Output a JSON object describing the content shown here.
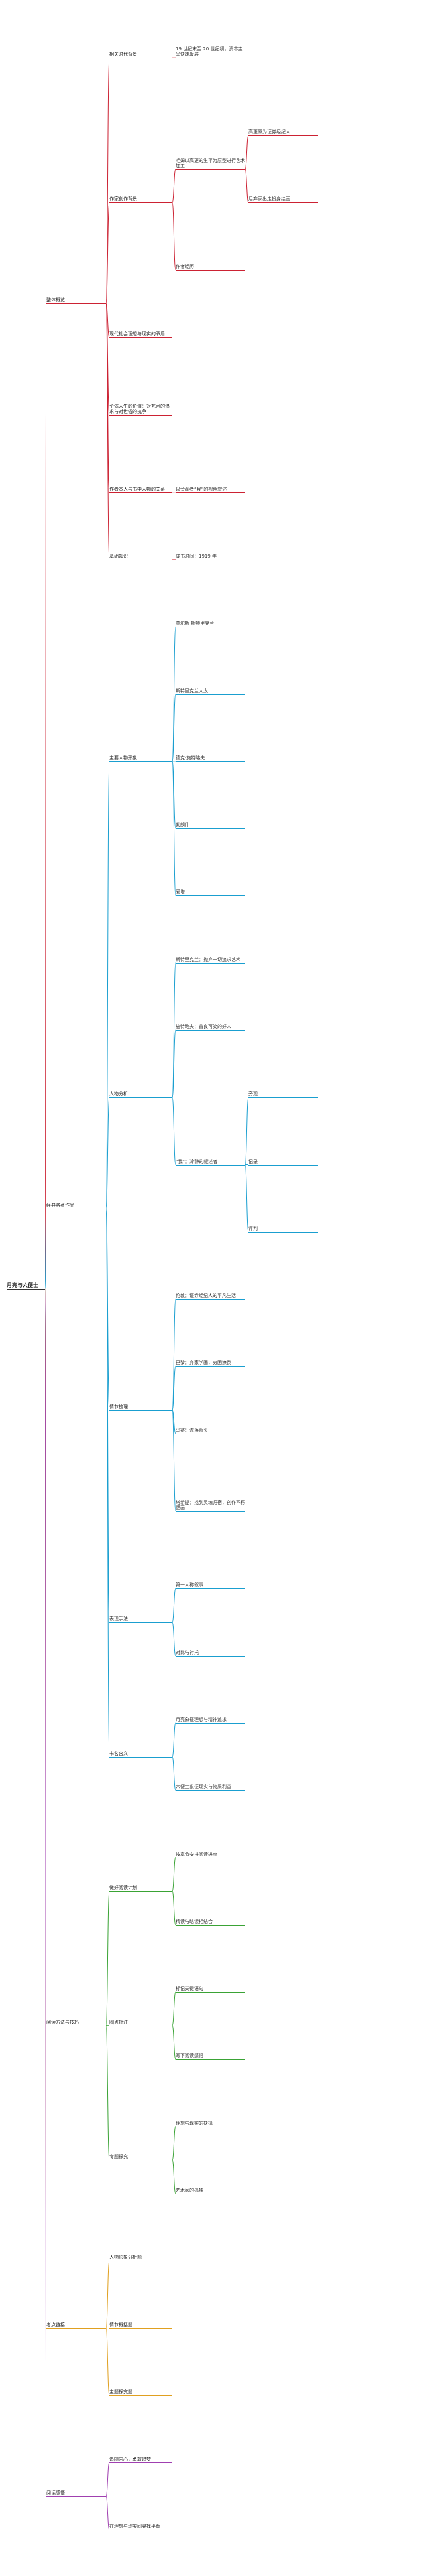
{
  "colors": {
    "branch1": "#cc2233",
    "branch2": "#1a9fd0",
    "branch3": "#3aa335",
    "branch4": "#e0a020",
    "branch5": "#a040b0",
    "root_line": "#333333"
  },
  "mindmap": {
    "root": "月亮与六便士",
    "branches": [
      {
        "label": "整体概览",
        "children": [
          {
            "label": "相关时代背景",
            "children": [
              {
                "label": "19 世纪末至 20 世纪初，资本主义快速发展",
                "children": []
              }
            ]
          },
          {
            "label": "作家创作背景",
            "children": [
              {
                "label": "毛姆以高更的生平为原型进行艺术加工",
                "children": [
                  {
                    "label": "高更原为证券经纪人",
                    "children": []
                  },
                  {
                    "label": "后弃家出走投身绘画",
                    "children": []
                  }
                ]
              },
              {
                "label": "作者经历",
                "children": []
              }
            ]
          },
          {
            "label": "现代社会理想与现实的矛盾",
            "children": []
          },
          {
            "label": "个体人生的价值：对艺术的追求与对世俗的抗争",
            "children": []
          },
          {
            "label": "作者本人与书中人物的关系",
            "children": [
              {
                "label": "以旁观者“我”的视角叙述",
                "children": []
              }
            ]
          },
          {
            "label": "基础知识",
            "children": [
              {
                "label": "成书时间：1919 年",
                "children": []
              }
            ]
          }
        ]
      },
      {
        "label": "经典名著作品",
        "children": [
          {
            "label": "主要人物形象",
            "children": [
              {
                "label": "查尔斯·斯特里克兰",
                "children": []
              },
              {
                "label": "斯特里克兰太太",
                "children": []
              },
              {
                "label": "德克·施特略夫",
                "children": []
              },
              {
                "label": "勃朗什",
                "children": []
              },
              {
                "label": "爱塔",
                "children": []
              }
            ]
          },
          {
            "label": "人物分析",
            "children": [
              {
                "label": "斯特里克兰：抛弃一切追求艺术",
                "children": []
              },
              {
                "label": "施特略夫：善良可笑的好人",
                "children": []
              },
              {
                "label": "“我”：冷静的叙述者",
                "children": [
                  {
                    "label": "旁观",
                    "children": []
                  },
                  {
                    "label": "记录",
                    "children": []
                  },
                  {
                    "label": "评判",
                    "children": []
                  }
                ]
              }
            ]
          },
          {
            "label": "情节梳理",
            "children": [
              {
                "label": "伦敦：证券经纪人的平凡生活",
                "children": []
              },
              {
                "label": "巴黎：弃家学画，穷困潦倒",
                "children": []
              },
              {
                "label": "马赛：流落街头",
                "children": []
              },
              {
                "label": "塔希提：找到灵魂归宿，创作不朽壁画",
                "children": []
              }
            ]
          },
          {
            "label": "表现手法",
            "children": [
              {
                "label": "第一人称叙事",
                "children": []
              },
              {
                "label": "对比与衬托",
                "children": []
              }
            ]
          },
          {
            "label": "书名含义",
            "children": [
              {
                "label": "月亮象征理想与精神追求",
                "children": []
              },
              {
                "label": "六便士象征现实与物质利益",
                "children": []
              }
            ]
          }
        ]
      },
      {
        "label": "阅读方法与技巧",
        "children": [
          {
            "label": "做好阅读计划",
            "children": [
              {
                "label": "按章节安排阅读进度",
                "children": []
              },
              {
                "label": "精读与略读相结合",
                "children": []
              }
            ]
          },
          {
            "label": "圈点批注",
            "children": [
              {
                "label": "标记关键语句",
                "children": []
              },
              {
                "label": "写下阅读感悟",
                "children": []
              }
            ]
          },
          {
            "label": "专题探究",
            "children": [
              {
                "label": "理想与现实的抉择",
                "children": []
              },
              {
                "label": "艺术家的孤独",
                "children": []
              }
            ]
          }
        ]
      },
      {
        "label": "考点链接",
        "children": [
          {
            "label": "人物形象分析题",
            "children": []
          },
          {
            "label": "情节概括题",
            "children": []
          },
          {
            "label": "主题探究题",
            "children": []
          }
        ]
      },
      {
        "label": "阅读感悟",
        "children": [
          {
            "label": "追随内心，勇敢追梦",
            "children": []
          },
          {
            "label": "在理想与现实间寻找平衡",
            "children": []
          }
        ]
      }
    ]
  }
}
